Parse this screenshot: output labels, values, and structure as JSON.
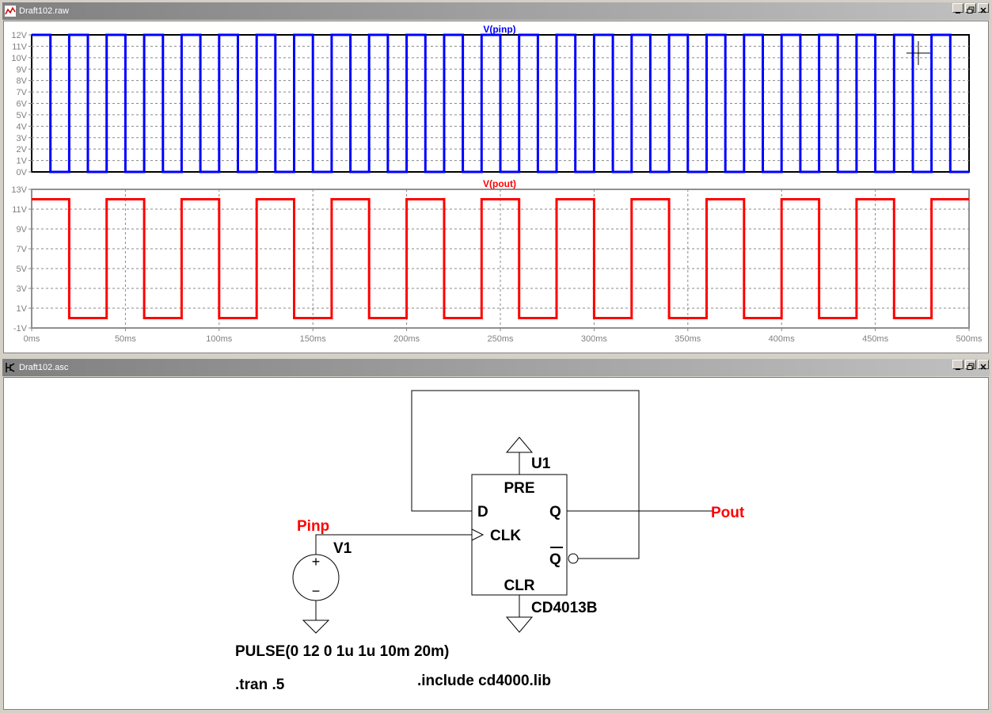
{
  "waveform_window": {
    "title": "Draft102.raw",
    "plots": [
      {
        "trace_label": "V(pinp)",
        "trace_color": "#0000ff",
        "y_ticks": [
          "12V",
          "11V",
          "10V",
          "9V",
          "8V",
          "7V",
          "6V",
          "5V",
          "4V",
          "3V",
          "2V",
          "1V",
          "0V"
        ]
      },
      {
        "trace_label": "V(pout)",
        "trace_color": "#ff0000",
        "y_ticks": [
          "13V",
          "11V",
          "9V",
          "7V",
          "5V",
          "3V",
          "1V",
          "-1V"
        ]
      }
    ],
    "x_ticks": [
      "0ms",
      "50ms",
      "100ms",
      "150ms",
      "200ms",
      "250ms",
      "300ms",
      "350ms",
      "400ms",
      "450ms",
      "500ms"
    ]
  },
  "chart_data": [
    {
      "type": "line",
      "title": "V(pinp)",
      "xlabel": "",
      "ylabel": "",
      "xlim": [
        0,
        500
      ],
      "ylim": [
        0,
        12
      ],
      "x_unit": "ms",
      "grid": true,
      "series": [
        {
          "name": "V(pinp)",
          "color": "#0000ff",
          "shape": "square-wave",
          "low": 0,
          "high": 12,
          "period_ms": 20,
          "width_ms": 10,
          "delay_ms": 0
        }
      ]
    },
    {
      "type": "line",
      "title": "V(pout)",
      "xlabel": "",
      "ylabel": "",
      "xlim": [
        0,
        500
      ],
      "ylim": [
        -1,
        13
      ],
      "x_unit": "ms",
      "grid": true,
      "series": [
        {
          "name": "V(pout)",
          "color": "#ff0000",
          "shape": "square-wave",
          "low": 0,
          "high": 12,
          "period_ms": 40,
          "width_ms": 20,
          "delay_ms": 0
        }
      ]
    }
  ],
  "schematic_window": {
    "title": "Draft102.asc",
    "component": {
      "ref": "U1",
      "part": "CD4013B",
      "pins": {
        "pre": "PRE",
        "d": "D",
        "clk": "CLK",
        "q": "Q",
        "qbar": "Q",
        "clr": "CLR"
      }
    },
    "source": {
      "ref": "V1",
      "value": "PULSE(0 12 0 1u 1u 10m 20m)",
      "plus": "+",
      "minus": "−"
    },
    "nets": {
      "input": "Pinp",
      "output": "Pout"
    },
    "directives": {
      "tran": ".tran .5",
      "include": ".include cd4000.lib"
    },
    "net_label_color": "#ff0000"
  }
}
